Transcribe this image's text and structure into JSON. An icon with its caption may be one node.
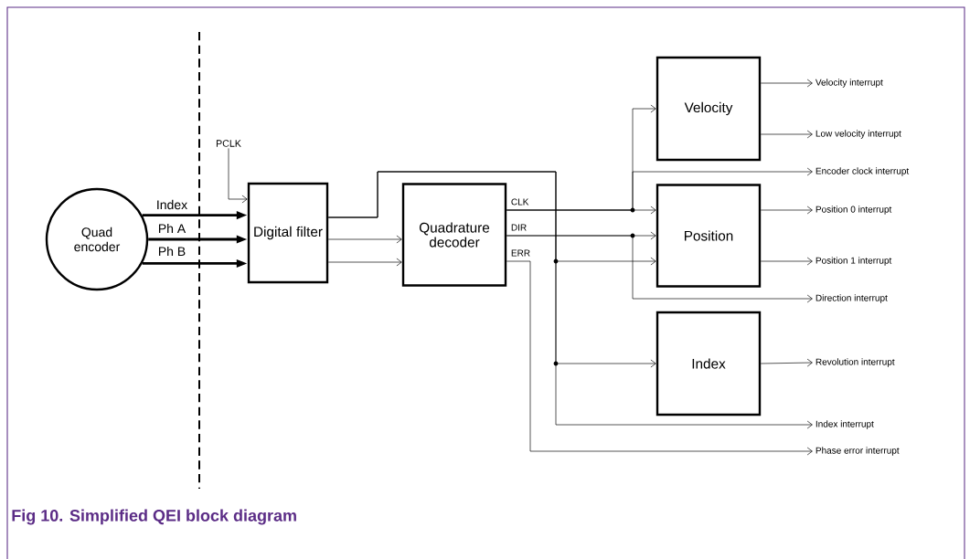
{
  "diagram": {
    "caption": "Fig 10. Simplified QEI block diagram",
    "nodes": [
      {
        "text": [
          "PCLK"
        ]
      },
      {
        "text": [
          "Quad encoder"
        ]
      },
      {
        "text": [
          "Digital filter"
        ]
      },
      {
        "text": [
          "Quadrature decoder"
        ]
      },
      {
        "text": [
          "Velocity"
        ]
      },
      {
        "text": [
          "Position"
        ]
      },
      {
        "text": [
          "Index"
        ]
      },
      {
        "text": [
          "Velocity interrupt"
        ]
      },
      {
        "text": [
          "Low velocity interrupt"
        ]
      },
      {
        "text": [
          "Encoder clock interrupt"
        ]
      },
      {
        "text": [
          "Position 0 interrupt"
        ]
      },
      {
        "text": [
          "Position 1 interrupt"
        ]
      },
      {
        "text": [
          "Direction interrupt"
        ]
      },
      {
        "text": [
          "Revolution interrupt"
        ]
      },
      {
        "text": [
          "Index interrupt"
        ]
      },
      {
        "text": [
          "Phase error interrupt"
        ]
      }
    ],
    "edges": [
      {
        "from": 0,
        "to": 2,
        "arrow": "to"
      },
      {
        "from": 1,
        "to": 2,
        "arrow": "to",
        "label": "Index",
        "style": "thick"
      },
      {
        "from": 1,
        "to": 2,
        "arrow": "to",
        "label": "Ph A",
        "style": "thick"
      },
      {
        "from": 1,
        "to": 2,
        "arrow": "to",
        "label": "Ph B",
        "style": "thick"
      },
      {
        "from": 2,
        "to": 3,
        "arrow": "to"
      },
      {
        "from": 2,
        "to": 3,
        "arrow": "to"
      },
      {
        "from": 2,
        "to": 5,
        "arrow": "to"
      },
      {
        "from": 2,
        "to": 6,
        "arrow": "to"
      },
      {
        "from": 2,
        "to": 14,
        "arrow": "to"
      },
      {
        "from": 3,
        "to": 5,
        "arrow": "to",
        "label": "CLK"
      },
      {
        "from": 3,
        "to": 4,
        "arrow": "to"
      },
      {
        "from": 3,
        "to": 9,
        "arrow": "to"
      },
      {
        "from": 3,
        "to": 5,
        "arrow": "to",
        "label": "DIR"
      },
      {
        "from": 3,
        "to": 12,
        "arrow": "to"
      },
      {
        "from": 3,
        "to": 15,
        "arrow": "to",
        "label": "ERR"
      },
      {
        "from": 4,
        "to": 7,
        "arrow": "to"
      },
      {
        "from": 4,
        "to": 8,
        "arrow": "to"
      },
      {
        "from": 5,
        "to": 10,
        "arrow": "to"
      },
      {
        "from": 5,
        "to": 11,
        "arrow": "to"
      },
      {
        "from": 6,
        "to": 13,
        "arrow": "to"
      }
    ]
  }
}
